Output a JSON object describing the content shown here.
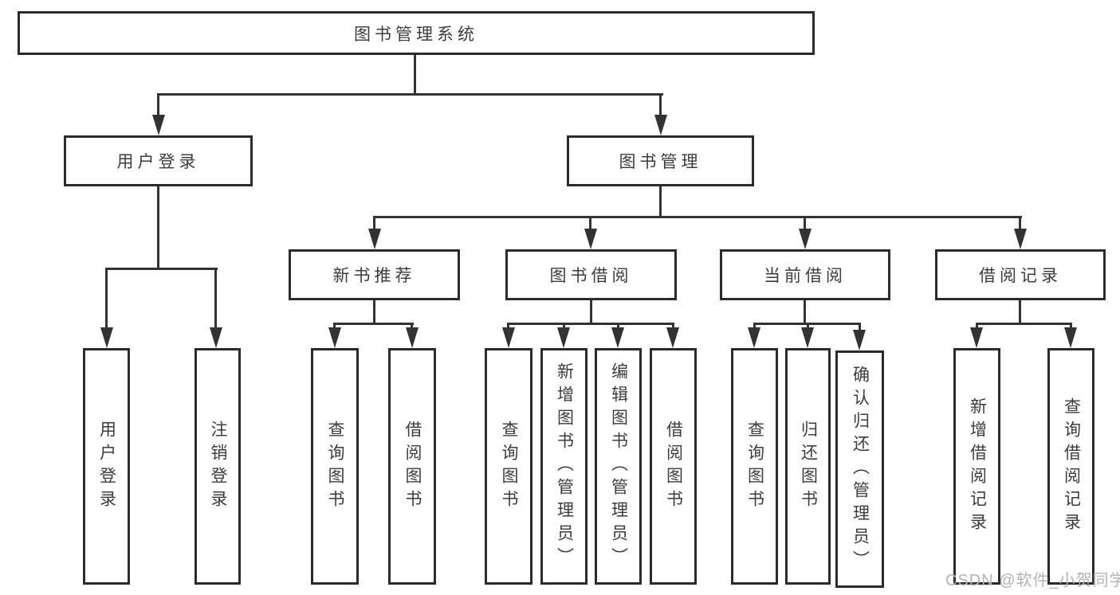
{
  "colors": {
    "line": "#333333",
    "box_border": "#2b2b2b",
    "text": "#3c3c3c",
    "background": "#ffffff",
    "watermark": "#b3b3b3"
  },
  "watermark": {
    "text": "CSDN @软件_小贺同学"
  },
  "tree": {
    "root": {
      "label": "图书管理系统"
    },
    "user_branch": {
      "label": "用户登录",
      "children": [
        {
          "label": "用户登录"
        },
        {
          "label": "注销登录"
        }
      ]
    },
    "book_branch": {
      "label": "图书管理",
      "groups": [
        {
          "label": "新书推荐",
          "children": [
            {
              "label": "查询图书"
            },
            {
              "label": "借阅图书"
            }
          ]
        },
        {
          "label": "图书借阅",
          "children": [
            {
              "label": "查询图书"
            },
            {
              "label": "新增图书（管理员）"
            },
            {
              "label": "编辑图书（管理员）"
            },
            {
              "label": "借阅图书"
            }
          ]
        },
        {
          "label": "当前借阅",
          "children": [
            {
              "label": "查询图书"
            },
            {
              "label": "归还图书"
            },
            {
              "label": "确认归还（管理员）"
            }
          ]
        },
        {
          "label": "借阅记录",
          "children": [
            {
              "label": "新增借阅记录"
            },
            {
              "label": "查询借阅记录"
            }
          ]
        }
      ]
    }
  }
}
